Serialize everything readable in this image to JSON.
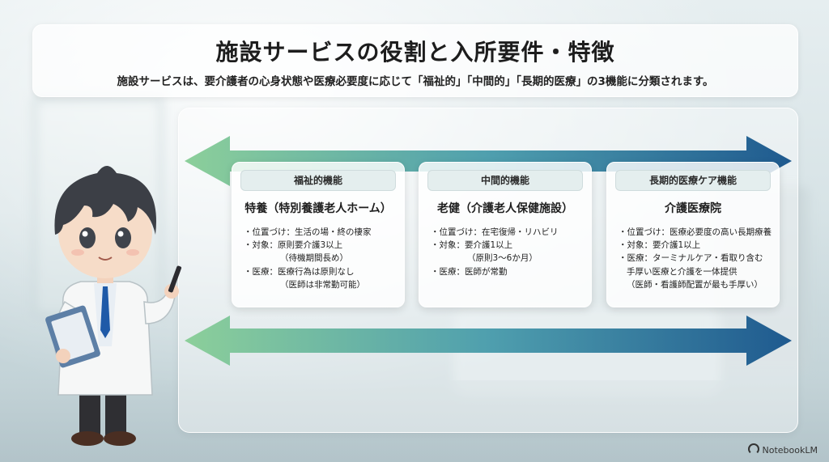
{
  "header": {
    "title": "施設サービスの役割と入所要件・特徴",
    "subtitle": "施設サービスは、要介護者の心身状態や医療必要度に応じて「福祉的」「中間的」「長期的医療」の3機能に分類されます。"
  },
  "cards": [
    {
      "pill": "福祉的機能",
      "title": "特養（特別養護老人ホーム）",
      "lines": [
        "・位置づけ：生活の場・終の棲家",
        "・対象：原則要介護3以上",
        "（待機期間長め）",
        "・医療：医療行為は原則なし",
        "（医師は非常勤可能）"
      ]
    },
    {
      "pill": "中間的機能",
      "title": "老健（介護老人保健施設）",
      "lines": [
        "・位置づけ：在宅復帰・リハビリ",
        "・対象：要介護1以上",
        "（原則3～6か月）",
        "・医療：医師が常勤"
      ]
    },
    {
      "pill": "長期的医療ケア機能",
      "title": "介護医療院",
      "lines": [
        "・位置づけ：医療必要度の高い長期療養",
        "・対象：要介護1以上",
        "・医療：ターミナルケア・看取り含む",
        "手厚い医療と介護を一体提供",
        "（医師・看護師配置が最も手厚い）"
      ]
    }
  ],
  "colors": {
    "arrow_left": "#8ccf9a",
    "arrow_right": "#1f5a8f"
  },
  "icons": [
    "doctor-character",
    "clipboard-icon",
    "pen-icon",
    "notebooklm-logo-icon"
  ],
  "brand": "NotebookLM"
}
